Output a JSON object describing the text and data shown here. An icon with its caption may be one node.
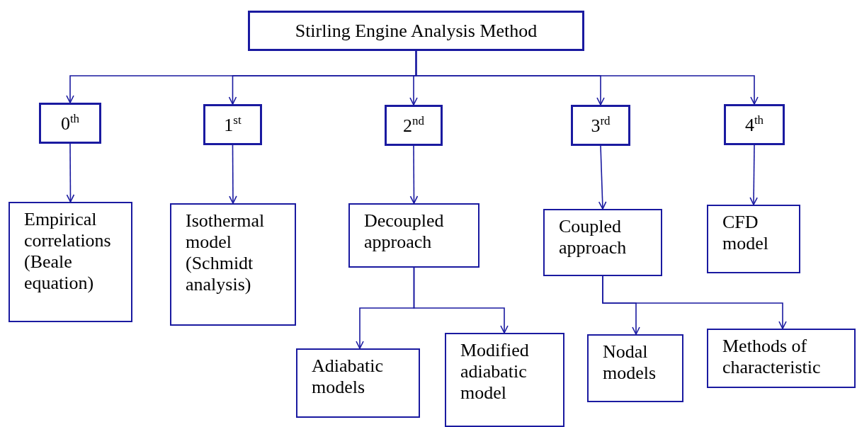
{
  "diagram": {
    "nodes": [
      {
        "text": [
          "Stirling Engine Analysis Method"
        ]
      },
      {
        "text": [
          "0$^{th}$"
        ]
      },
      {
        "text": [
          "1$^{st}$"
        ]
      },
      {
        "text": [
          "2$^{nd}$"
        ]
      },
      {
        "text": [
          "3$^{rd}$"
        ]
      },
      {
        "text": [
          "4$^{th}$"
        ]
      },
      {
        "text": [
          "Empirical correlations (Beale equation)"
        ]
      },
      {
        "text": [
          "Isothermal model (Schmidt analysis)"
        ]
      },
      {
        "text": [
          "Decoupled approach"
        ]
      },
      {
        "text": [
          "Coupled approach"
        ]
      },
      {
        "text": [
          "CFD model"
        ]
      },
      {
        "text": [
          "Adiabatic models"
        ]
      },
      {
        "text": [
          "Modified adiabatic model"
        ]
      },
      {
        "text": [
          "Nodal models"
        ]
      },
      {
        "text": [
          "Methods of characteristic"
        ]
      }
    ],
    "edges": [
      {
        "from": 0,
        "to": 1,
        "arrow": "to"
      },
      {
        "from": 0,
        "to": 2,
        "arrow": "to"
      },
      {
        "from": 0,
        "to": 3,
        "arrow": "to"
      },
      {
        "from": 0,
        "to": 4,
        "arrow": "to"
      },
      {
        "from": 0,
        "to": 5,
        "arrow": "to"
      },
      {
        "from": 1,
        "to": 6,
        "arrow": "to"
      },
      {
        "from": 2,
        "to": 7,
        "arrow": "to"
      },
      {
        "from": 3,
        "to": 8,
        "arrow": "to"
      },
      {
        "from": 4,
        "to": 9,
        "arrow": "to"
      },
      {
        "from": 5,
        "to": 10,
        "arrow": "to"
      },
      {
        "from": 8,
        "to": 11,
        "arrow": "to"
      },
      {
        "from": 8,
        "to": 12,
        "arrow": "to"
      },
      {
        "from": 9,
        "to": 13,
        "arrow": "to"
      },
      {
        "from": 9,
        "to": 14,
        "arrow": "to"
      }
    ]
  }
}
